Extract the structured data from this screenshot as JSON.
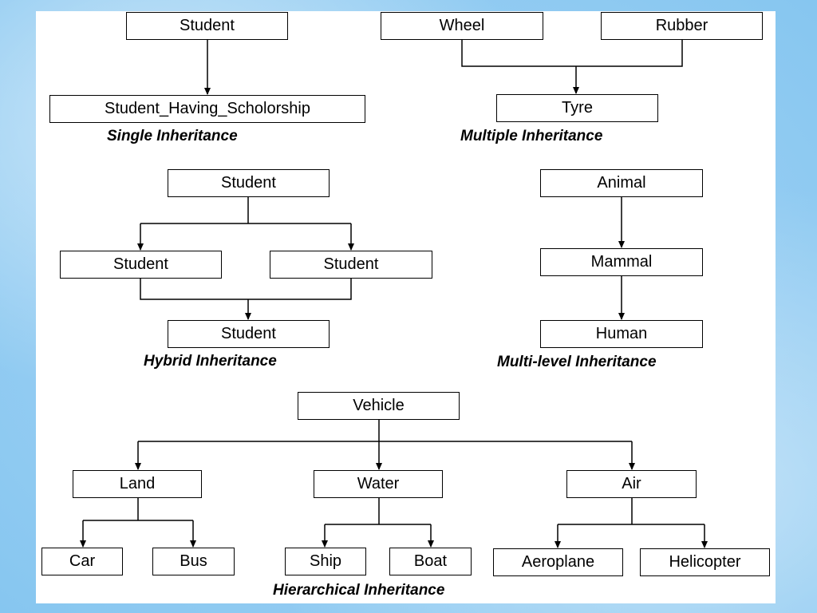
{
  "diagrams": {
    "single": {
      "parent": "Student",
      "child": "Student_Having_Scholorship",
      "caption": "Single Inheritance"
    },
    "multiple": {
      "parent_left": "Wheel",
      "parent_right": "Rubber",
      "child": "Tyre",
      "caption": "Multiple Inheritance"
    },
    "hybrid": {
      "top": "Student",
      "left": "Student",
      "right": "Student",
      "bottom": "Student",
      "caption": "Hybrid Inheritance"
    },
    "multilevel": {
      "top": "Animal",
      "middle": "Mammal",
      "bottom": "Human",
      "caption": "Multi-level Inheritance"
    },
    "hierarchical": {
      "root": "Vehicle",
      "land": "Land",
      "water": "Water",
      "air": "Air",
      "car": "Car",
      "bus": "Bus",
      "ship": "Ship",
      "boat": "Boat",
      "aeroplane": "Aeroplane",
      "helicopter": "Helicopter",
      "caption": "Hierarchical Inheritance"
    }
  }
}
